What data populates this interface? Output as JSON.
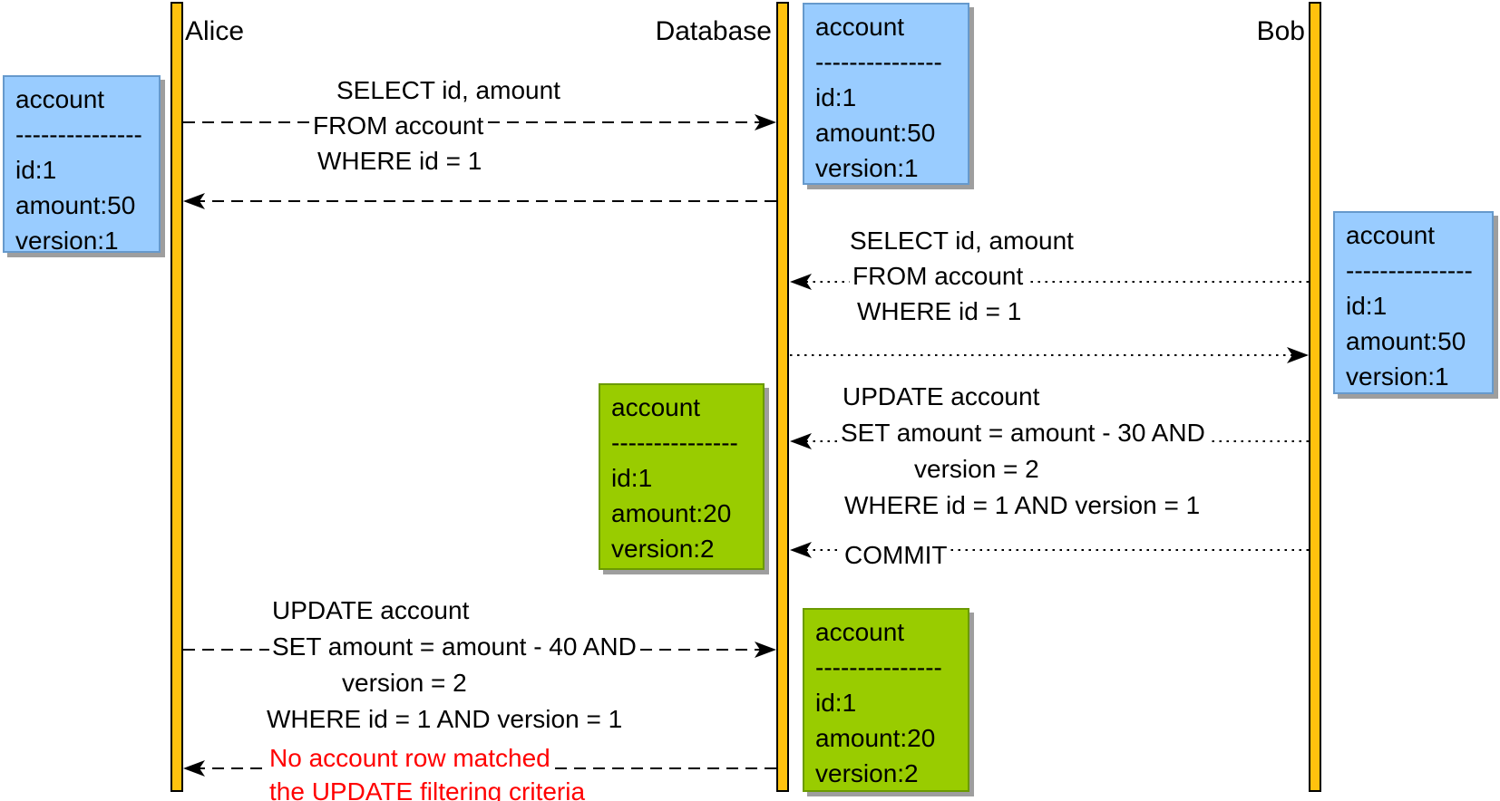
{
  "actors": [
    {
      "label": "Alice"
    },
    {
      "label": "Database"
    },
    {
      "label": "Bob"
    }
  ],
  "notes": [
    {
      "owner": "Alice",
      "variant": "blue",
      "lines": [
        "account",
        "---------------",
        "id:1",
        "amount:50",
        "version:1"
      ]
    },
    {
      "owner": "Database",
      "variant": "blue",
      "lines": [
        "account",
        "---------------",
        "id:1",
        "amount:50",
        "version:1"
      ]
    },
    {
      "owner": "Bob",
      "variant": "blue",
      "lines": [
        "account",
        "---------------",
        "id:1",
        "amount:50",
        "version:1"
      ]
    },
    {
      "owner": "Database",
      "variant": "green",
      "lines": [
        "account",
        "---------------",
        "id:1",
        "amount:20",
        "version:2"
      ]
    },
    {
      "owner": "Database",
      "variant": "green",
      "lines": [
        "account",
        "---------------",
        "id:1",
        "amount:20",
        "version:2"
      ]
    }
  ],
  "messages": [
    {
      "from": "Alice",
      "to": "Database",
      "line_style": "dashed",
      "lines": [
        "SELECT id, amount",
        "FROM account",
        "WHERE id = 1"
      ]
    },
    {
      "from": "Database",
      "to": "Alice",
      "line_style": "dashed",
      "lines": []
    },
    {
      "from": "Bob",
      "to": "Database",
      "line_style": "dotted",
      "lines": [
        "SELECT id, amount",
        "FROM account",
        "WHERE id = 1"
      ]
    },
    {
      "from": "Database",
      "to": "Bob",
      "line_style": "dotted",
      "lines": []
    },
    {
      "from": "Bob",
      "to": "Database",
      "line_style": "dotted",
      "lines": [
        "UPDATE account",
        "SET amount = amount - 30 AND",
        "version = 2",
        "WHERE id = 1 AND version = 1"
      ]
    },
    {
      "from": "Bob",
      "to": "Database",
      "line_style": "dotted",
      "lines": [
        "COMMIT"
      ]
    },
    {
      "from": "Alice",
      "to": "Database",
      "line_style": "dashed",
      "lines": [
        "UPDATE account",
        "SET amount = amount - 40 AND",
        "version = 2",
        "WHERE id = 1 AND version = 1"
      ]
    },
    {
      "from": "Database",
      "to": "Alice",
      "line_style": "dashed",
      "text_color": "#FF0000",
      "lines": [
        "No account row matched",
        "the UPDATE filtering criteria"
      ]
    }
  ],
  "colors": {
    "lifeline_fill": "#FFC20E",
    "note_blue_fill": "#99CCFF",
    "note_blue_border": "#6699CC",
    "note_green_fill": "#99CC00",
    "note_green_border": "#6B9A02",
    "error_text": "#FF0000",
    "line": "#000000",
    "shadow": "#9E9E9E"
  }
}
